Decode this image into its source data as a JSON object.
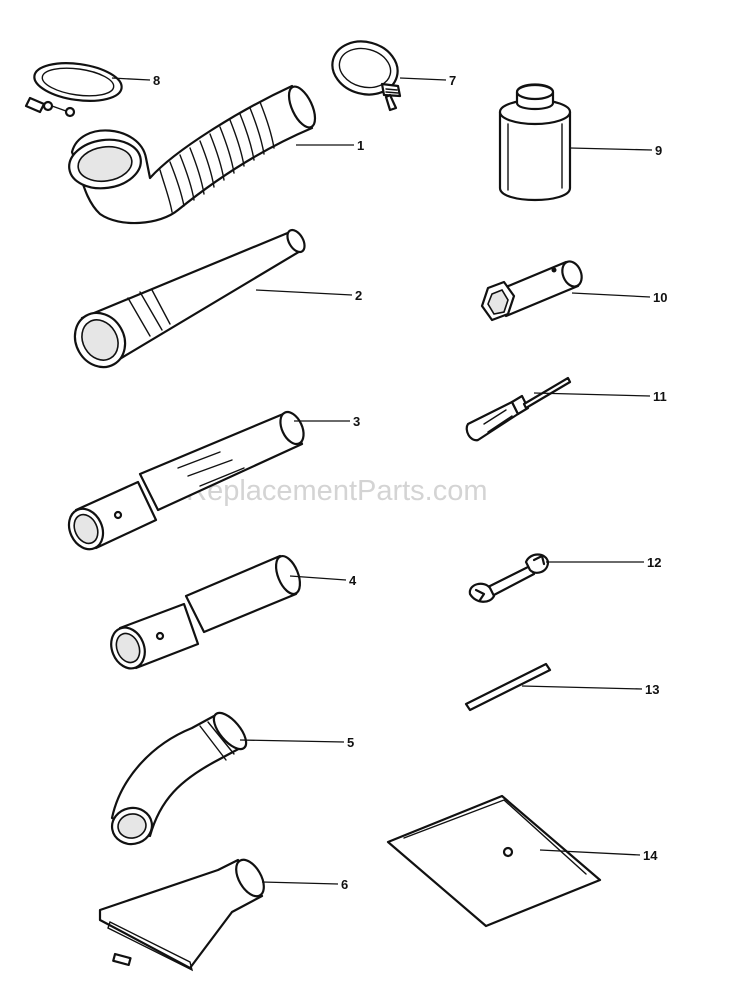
{
  "watermark": "eReplacementParts.com",
  "callouts": [
    "1",
    "2",
    "3",
    "4",
    "5",
    "6",
    "7",
    "8",
    "9",
    "10",
    "11",
    "12",
    "13",
    "14"
  ],
  "icons": [
    "flex-hose",
    "blower-pipe",
    "extension-pipe",
    "short-pipe",
    "curved-nozzle",
    "fan-nozzle",
    "hose-clamp",
    "hose-clamp",
    "filter-canister",
    "spark-plug-wrench",
    "screwdriver",
    "open-end-wrench",
    "rod",
    "instruction-envelope"
  ],
  "colors": {
    "ink": "#111111",
    "watermark": "#d4d4d4",
    "background": "#ffffff"
  }
}
